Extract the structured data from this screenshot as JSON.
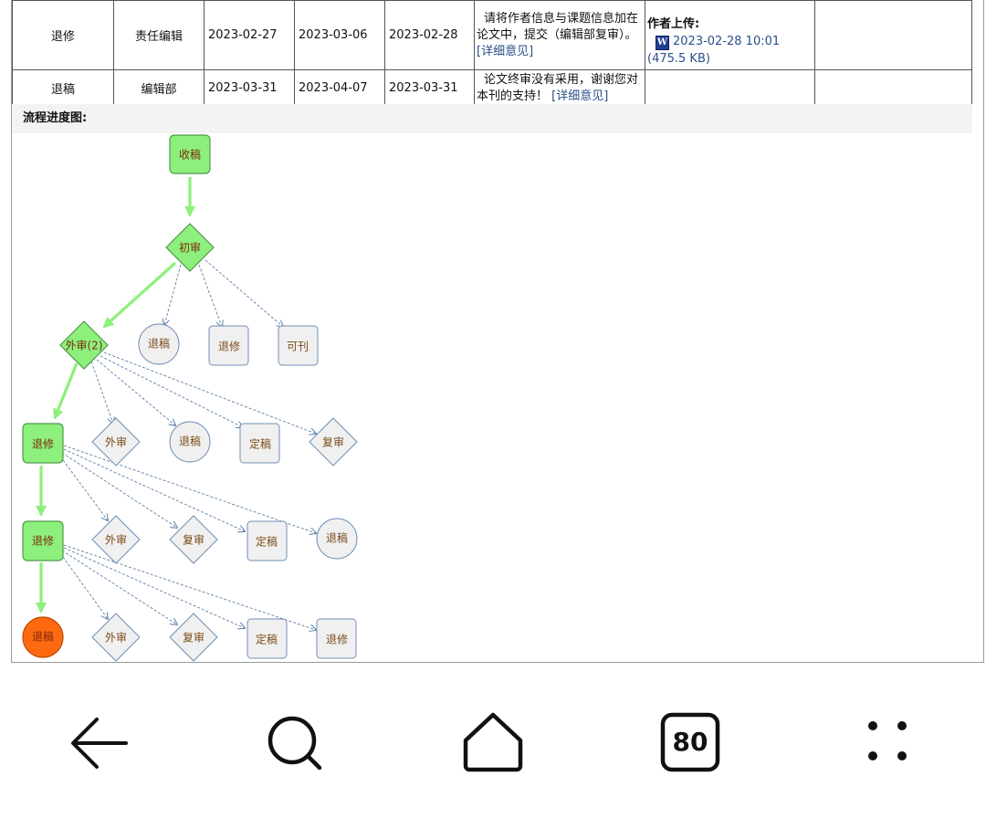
{
  "records": [
    {
      "action": "退修",
      "handler": "责任编辑",
      "date1": "2023-02-27",
      "date2": "2023-03-06",
      "date3": "2023-02-28",
      "opinion": "请将作者信息与课题信息加在论文中，提交（编辑部复审）。",
      "detail_link": "[详细意见]",
      "upload_title": "作者上传:",
      "upload_file": "2023-02-28 10:01 (475.5 KB)"
    },
    {
      "action": "退稿",
      "handler": "编辑部",
      "date1": "2023-03-31",
      "date2": "2023-04-07",
      "date3": "2023-03-31",
      "opinion": "论文终审没有采用，谢谢您对本刊的支持！",
      "detail_link": "[详细意见]",
      "upload_title": "",
      "upload_file": ""
    }
  ],
  "flow": {
    "title": "流程进度图:",
    "nodes": {
      "n_receive": "收稿",
      "n_first": "初审",
      "n_ext2": "外审(2)",
      "n_r1_reject": "退稿",
      "n_r1_revise": "退修",
      "n_r1_pub": "可刊",
      "n_rev1": "退修",
      "n_r2_ext": "外审",
      "n_r2_reject": "退稿",
      "n_r2_final": "定稿",
      "n_r2_recheck": "复审",
      "n_rev2": "退修",
      "n_r3_ext": "外审",
      "n_r3_recheck": "复审",
      "n_r3_final": "定稿",
      "n_r3_reject": "退稿",
      "n_final_reject": "退稿",
      "n_r4_ext": "外审",
      "n_r4_recheck": "复审",
      "n_r4_final": "定稿",
      "n_r4_revise": "退修"
    }
  },
  "nav": {
    "tabs_count": "80",
    "icons": [
      "back-arrow-icon",
      "search-icon",
      "home-icon",
      "tabs-counter-icon",
      "menu-dots-icon"
    ]
  },
  "colors": {
    "done": "#8ef07c",
    "current": "#ff6a10",
    "pending": "#f0f0f0",
    "link": "#2a4f8a"
  }
}
